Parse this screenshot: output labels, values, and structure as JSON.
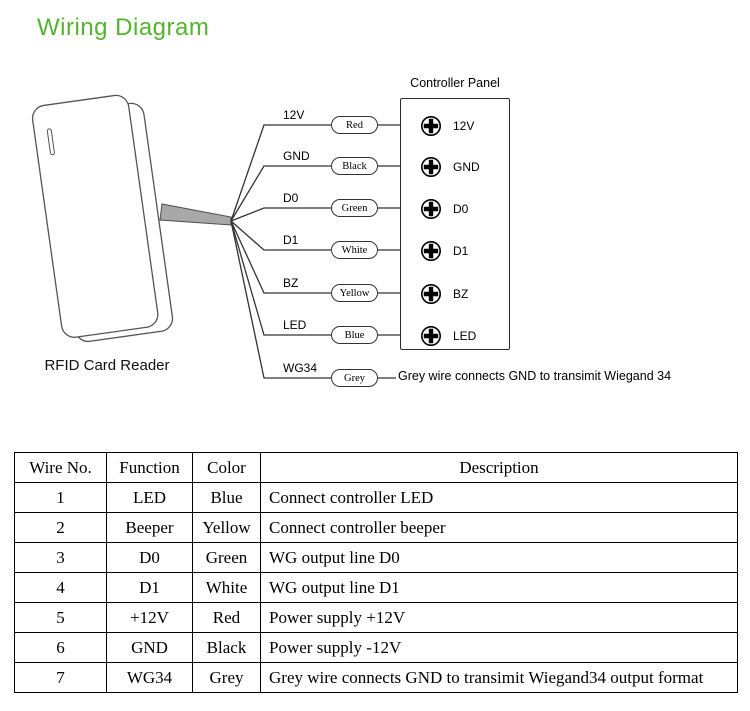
{
  "title": "Wiring Diagram",
  "accent_color": "#55b42d",
  "diagram": {
    "reader_label": "RFID Card Reader",
    "panel_title": "Controller Panel",
    "wires": [
      {
        "signal": "12V",
        "color": "Red"
      },
      {
        "signal": "GND",
        "color": "Black"
      },
      {
        "signal": "D0",
        "color": "Green"
      },
      {
        "signal": "D1",
        "color": "White"
      },
      {
        "signal": "BZ",
        "color": "Yellow"
      },
      {
        "signal": "LED",
        "color": "Blue"
      },
      {
        "signal": "WG34",
        "color": "Grey"
      }
    ],
    "terminals": [
      "12V",
      "GND",
      "D0",
      "D1",
      "BZ",
      "LED"
    ],
    "wg34_note": "Grey wire connects GND to transimit Wiegand 34"
  },
  "table": {
    "headers": [
      "Wire No.",
      "Function",
      "Color",
      "Description"
    ],
    "rows": [
      [
        "1",
        "LED",
        "Blue",
        "Connect controller LED"
      ],
      [
        "2",
        "Beeper",
        "Yellow",
        "Connect controller beeper"
      ],
      [
        "3",
        "D0",
        "Green",
        "WG output line D0"
      ],
      [
        "4",
        "D1",
        "White",
        "WG output line D1"
      ],
      [
        "5",
        "+12V",
        "Red",
        "Power supply +12V"
      ],
      [
        "6",
        "GND",
        "Black",
        "Power supply -12V"
      ],
      [
        "7",
        "WG34",
        "Grey",
        "Grey wire connects GND to transimit Wiegand34 output format"
      ]
    ]
  }
}
